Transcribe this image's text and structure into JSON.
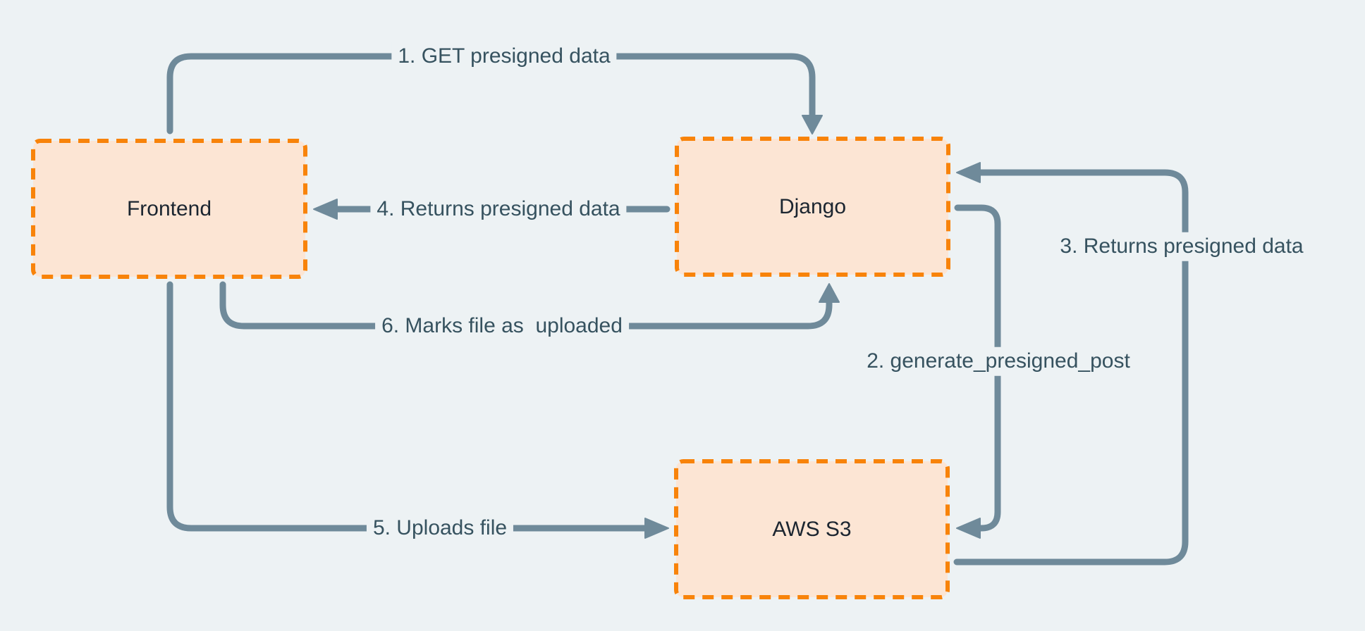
{
  "diagram": {
    "type": "flow-diagram",
    "nodes": [
      {
        "id": "frontend",
        "label": "Frontend"
      },
      {
        "id": "django",
        "label": "Django"
      },
      {
        "id": "aws-s3",
        "label": "AWS S3"
      }
    ],
    "edges": [
      {
        "step": 1,
        "label": "1. GET presigned data",
        "from": "frontend",
        "to": "django"
      },
      {
        "step": 2,
        "label": "2. generate_presigned_post",
        "from": "django",
        "to": "aws-s3"
      },
      {
        "step": 3,
        "label": "3. Returns presigned data",
        "from": "aws-s3",
        "to": "django"
      },
      {
        "step": 4,
        "label": "4. Returns presigned data",
        "from": "django",
        "to": "frontend"
      },
      {
        "step": 5,
        "label": "5. Uploads file",
        "from": "frontend",
        "to": "aws-s3"
      },
      {
        "step": 6,
        "label": "6. Marks file as  uploaded",
        "from": "frontend",
        "to": "django"
      }
    ],
    "colors": {
      "background": "#EDF2F4",
      "node_fill": "#FCE5D4",
      "node_border": "#F8830A",
      "edge_stroke": "#6F8A9A",
      "edge_label_text": "#36525F",
      "node_label_text": "#1B2530"
    }
  }
}
